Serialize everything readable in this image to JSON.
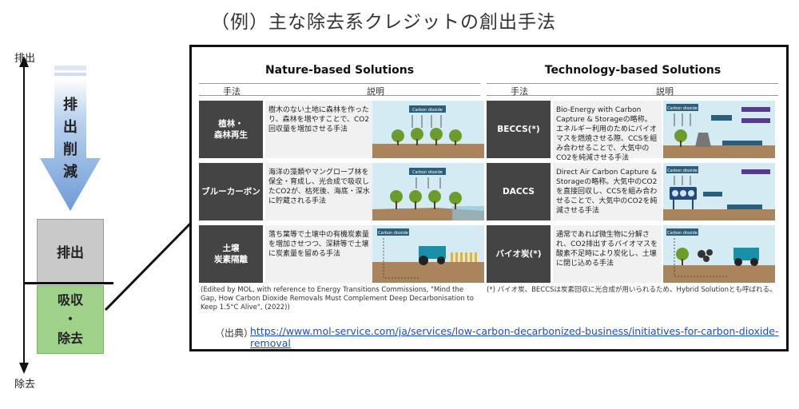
{
  "title": "（例）主な除去系クレジットの創出手法",
  "axis": {
    "top": "排出",
    "bottom": "除去"
  },
  "left": {
    "reduction_arrow_label": "排出削減",
    "emission_box": "排出",
    "removal_box_lines": [
      "吸収",
      "・",
      "除去"
    ]
  },
  "nature": {
    "title": "Nature-based Solutions",
    "col_method": "手法",
    "col_desc": "説明",
    "rows": [
      {
        "label": "植林・\n森林再生",
        "desc": "樹木のない土地に森林を作ったり、森林を増やすことで、CO2回収量を増加させる手法",
        "img_tag": "Carbon dioxide"
      },
      {
        "label": "ブルーカーボン",
        "desc": "海洋の藻類やマングローブ林を保全・育成し、光合成で吸収したCO2が、枯死後、海底・深水に貯蔵される手法",
        "img_tag": "Carbon dioxide"
      },
      {
        "label": "土壌\n炭素隔離",
        "desc": "落ち葉等で土壌中の有機炭素量を増加させつつ、深耕等で土壌に炭素量を留める手法",
        "img_tag": "Carbon dioxide"
      }
    ],
    "footnote": "(Edited by MOL, with reference to Energy Transitions Commissions, \"Mind the Gap, How Carbon Dioxide Removals Must Complement Deep Decarbonisation to Keep 1.5°C Alive\", (2022))"
  },
  "tech": {
    "title": "Technology-based Solutions",
    "col_method": "手法",
    "col_desc": "説明",
    "rows": [
      {
        "label": "BECCS(*)",
        "desc": "Bio-Energy with Carbon Capture & Storageの略称。エネルギー利用のためにバイオマスを燃焼させる際、CCSを組み合わせることで、大気中のCO2を純減させる手法",
        "img_tag": "Carbon dioxide"
      },
      {
        "label": "DACCS",
        "desc": "Direct Air Carbon Capture & Storageの略称。大気中のCO2を直接回収し、CCSを組み合わせることで、大気中のCO2を純減させる手法",
        "img_tag": "Carbon dioxide"
      },
      {
        "label": "バイオ炭(*)",
        "desc": "通常であれば微生物に分解され、CO2排出するバイオマスを酸素不足時により炭化し、土壌に閉じ込める手法",
        "img_tag": "Carbon dioxide"
      }
    ],
    "footnote": "(*) バイオ炭、BECCSは炭素回収に光合成が用いられるため、Hybrid Solutionとも呼ばれる。"
  },
  "source": {
    "label": "（出典）",
    "url": "https://www.mol-service.com/ja/services/low-carbon-decarbonized-business/initiatives-for-carbon-dioxide-removal"
  },
  "colors": {
    "arrow_fill": "#7fa7dc",
    "emission": "#c9c9c9",
    "removal": "#9fd18a",
    "label_bg": "#444444",
    "link": "#1a4fc4"
  }
}
